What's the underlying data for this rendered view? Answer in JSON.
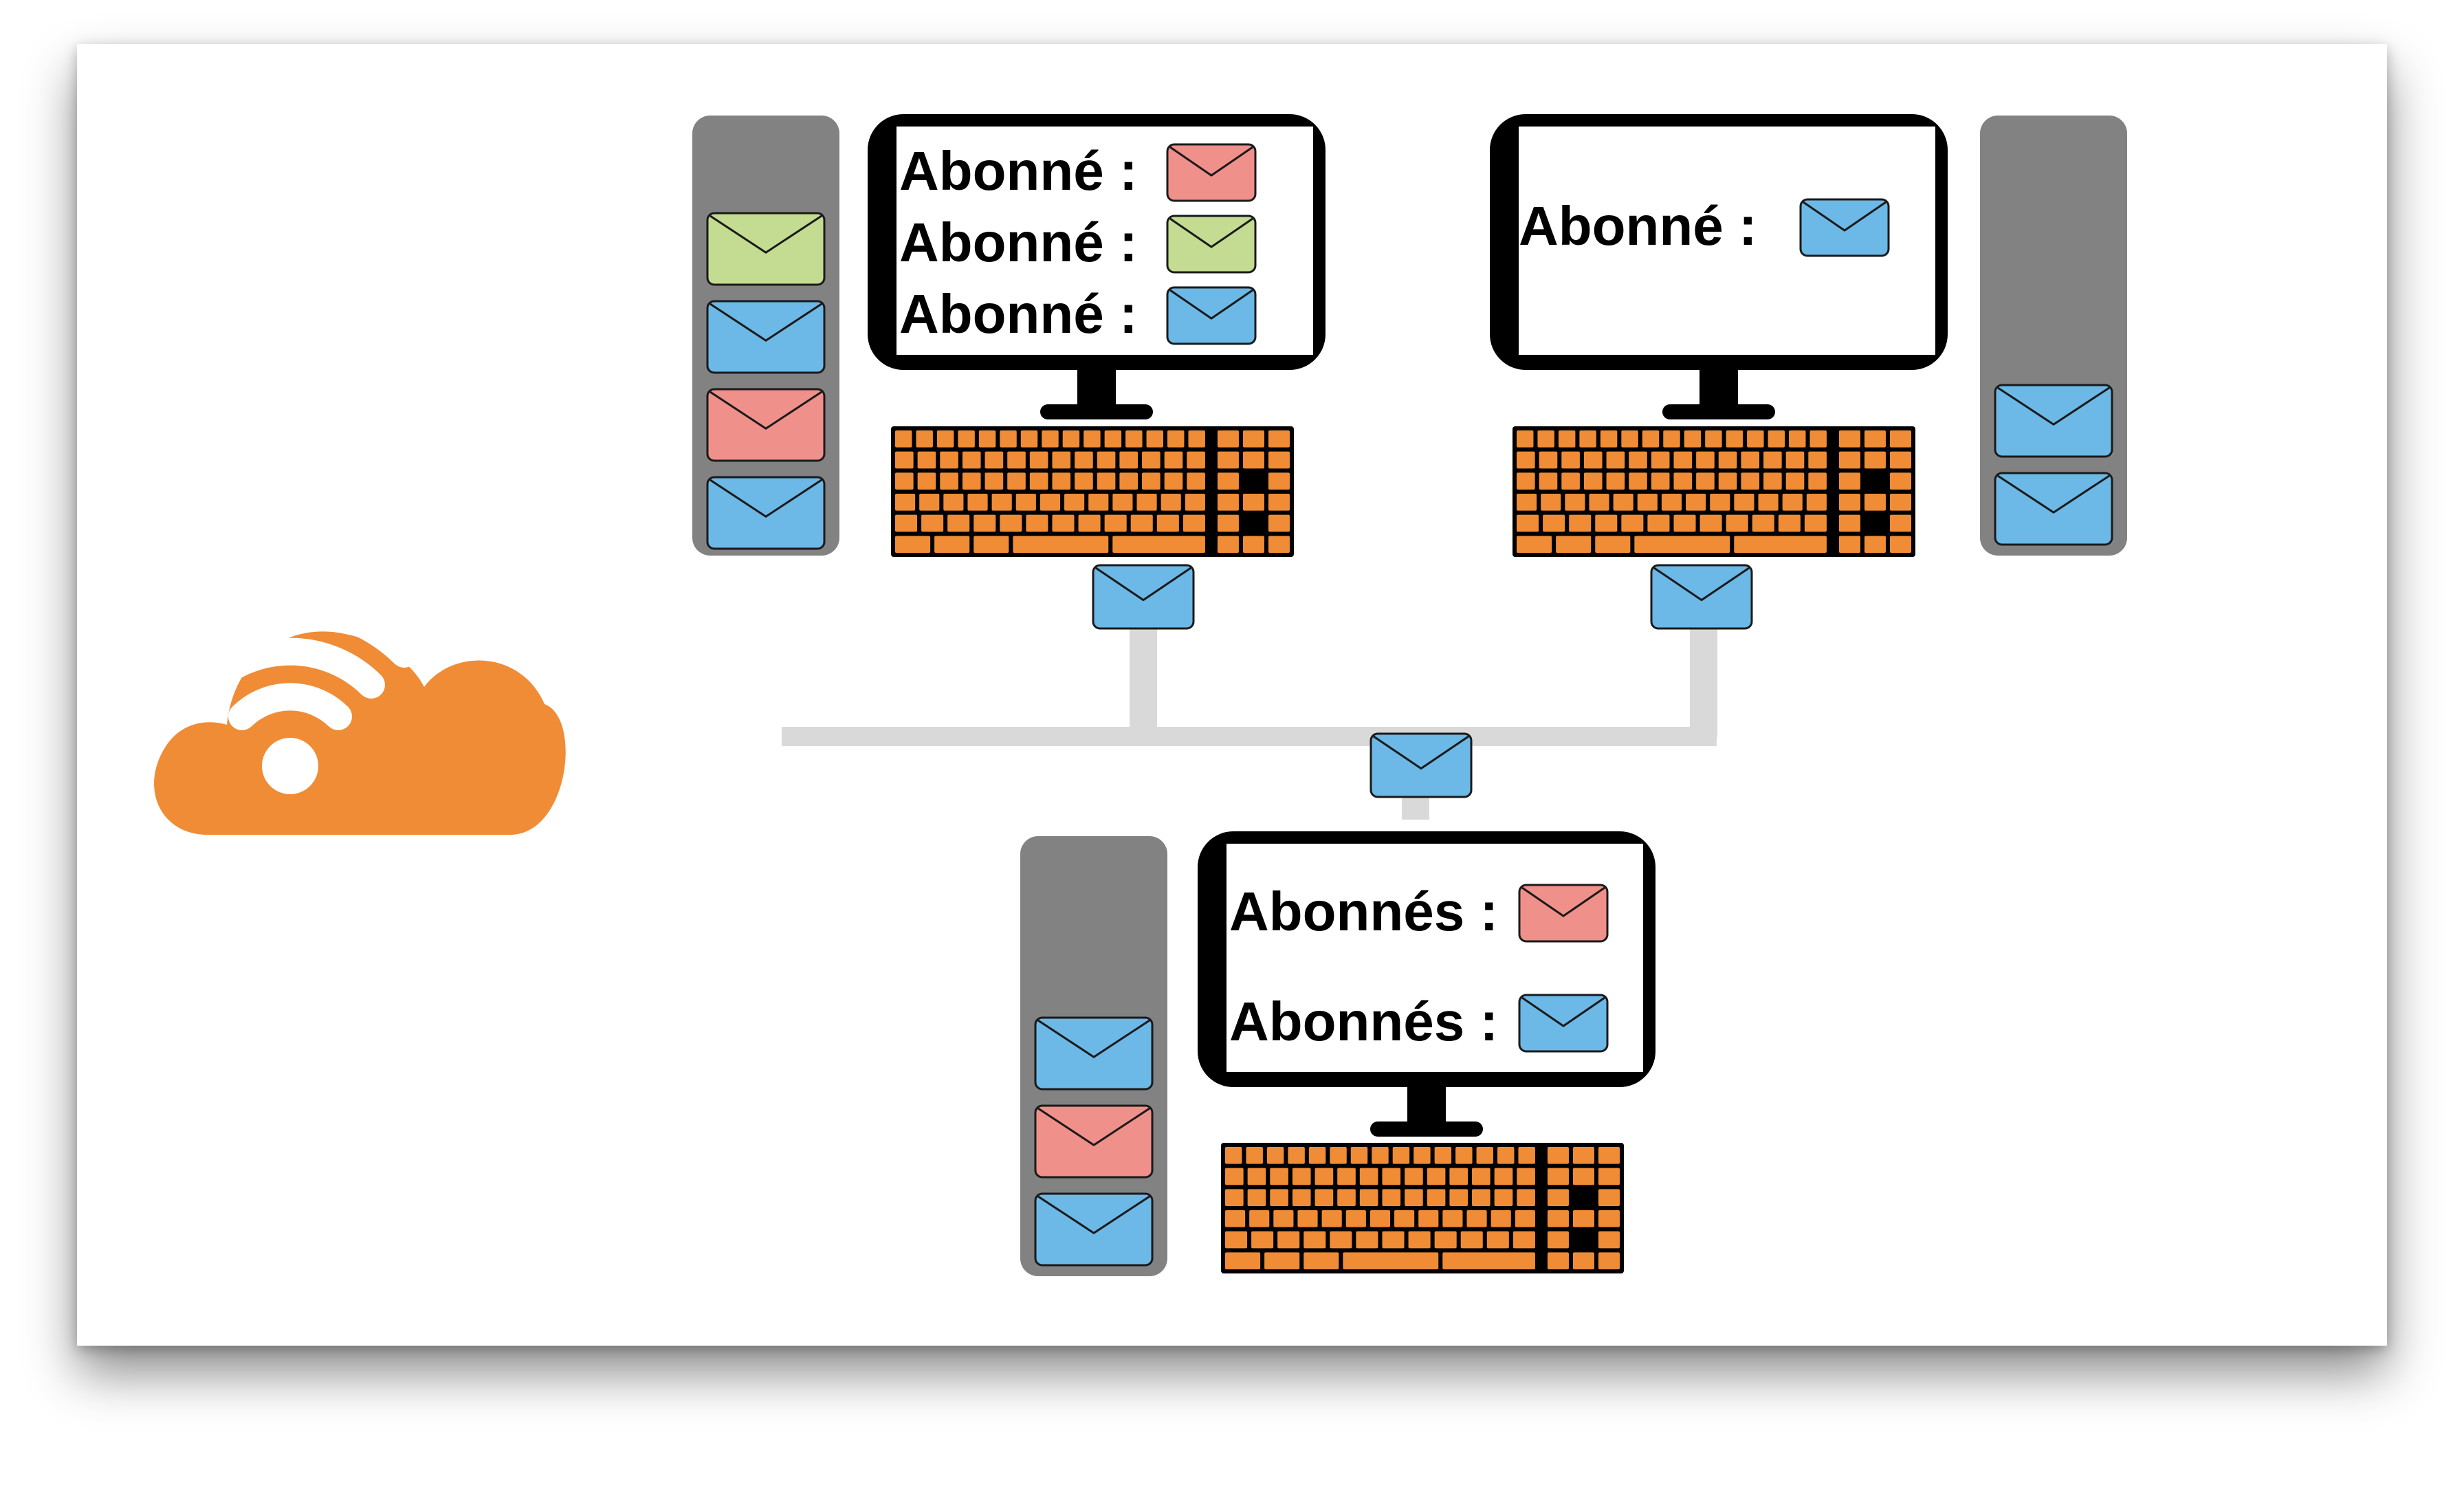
{
  "colors": {
    "red": "#f0908a",
    "green": "#c4dc92",
    "blue": "#6cb8e6",
    "tower": "#828282",
    "keyboard": "#f08c35",
    "cloud": "#f08c35",
    "network": "#d9d9d9",
    "stroke": "#000000"
  },
  "icons": {
    "cloud": "cloud-wifi-icon",
    "envelope": "envelope-icon",
    "computer": "desktop-computer-icon"
  },
  "computers": [
    {
      "id": "top-left",
      "screen_rows": [
        {
          "text": "Abonné :",
          "color": "red"
        },
        {
          "text": "Abonné :",
          "color": "green"
        },
        {
          "text": "Abonné :",
          "color": "blue"
        }
      ],
      "tower_queue": [
        "green",
        "blue",
        "red",
        "blue"
      ],
      "outgoing_message": "blue"
    },
    {
      "id": "top-right",
      "screen_rows": [
        {
          "text": "Abonné :",
          "color": "blue"
        }
      ],
      "tower_queue": [
        "blue",
        "blue"
      ],
      "outgoing_message": "blue"
    },
    {
      "id": "bottom",
      "screen_rows": [
        {
          "text": "Abonnés :",
          "color": "red"
        },
        {
          "text": "Abonnés :",
          "color": "blue"
        }
      ],
      "tower_queue": [
        "blue",
        "red",
        "blue"
      ],
      "outgoing_message": "blue"
    }
  ]
}
